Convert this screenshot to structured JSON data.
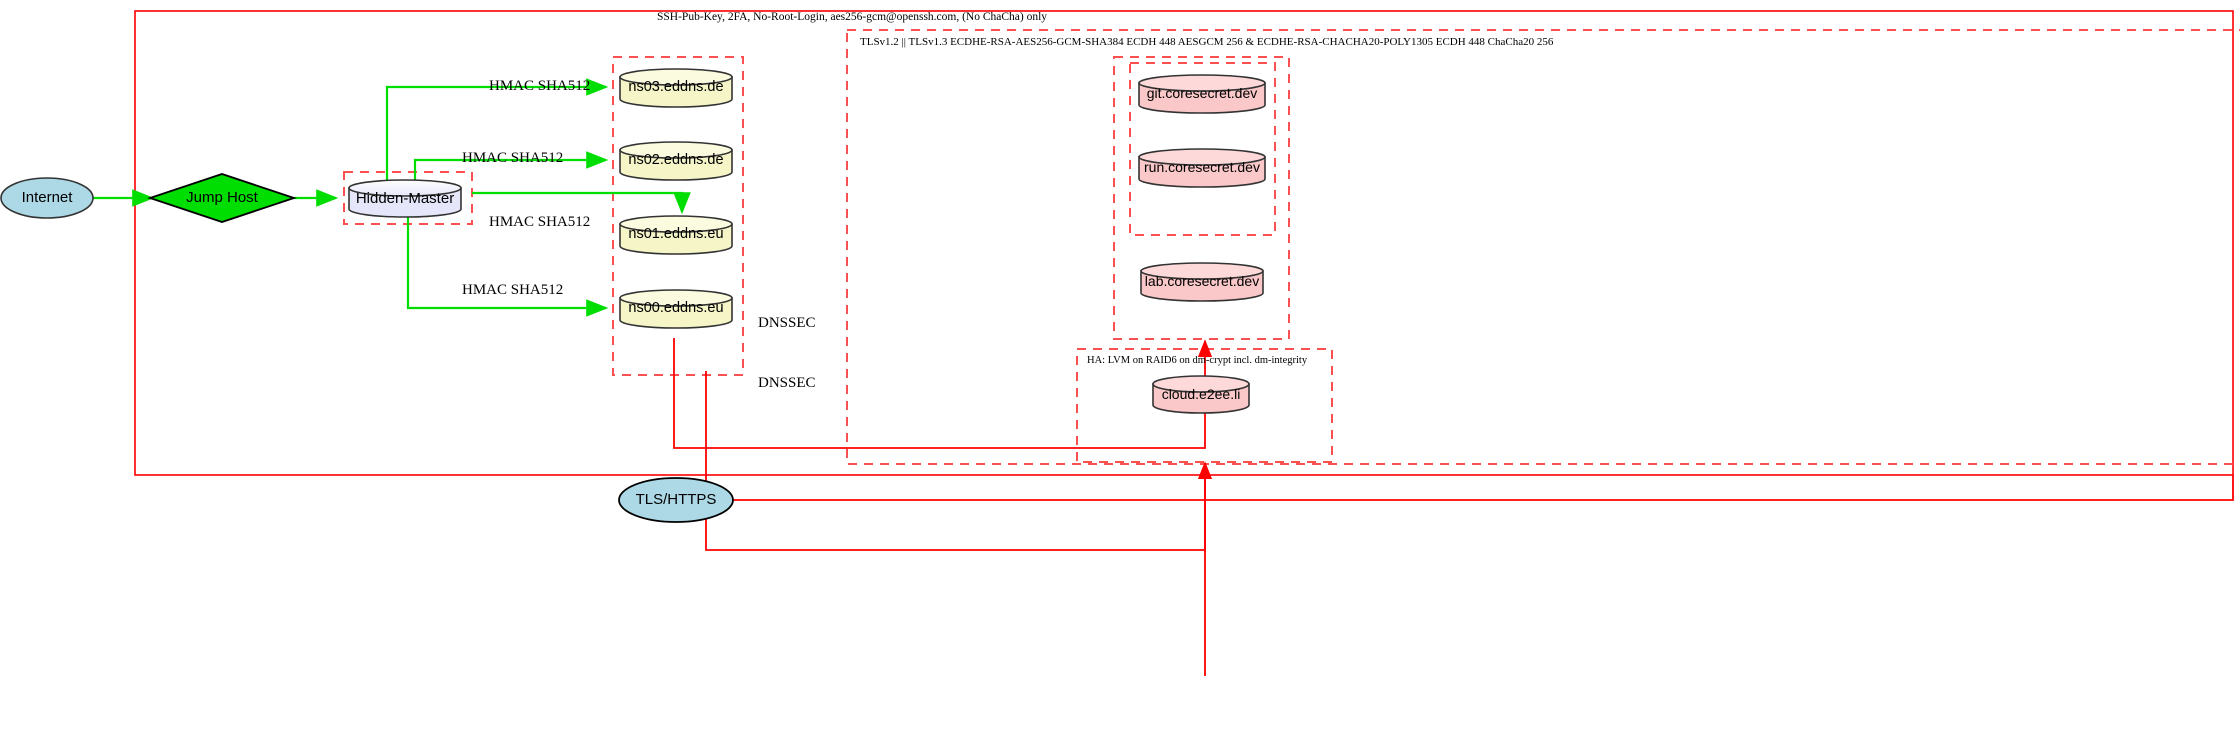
{
  "diagram": {
    "title_note": "SSH-Pub-Key, 2FA, No-Root-Login, aes256-gcm@openssh.com, (No ChaCha) only",
    "tls_note": "TLSv1.2 || TLSv1.3 ECDHE-RSA-AES256-GCM-SHA384 ECDH 448 AESGCM 256 & ECDHE-RSA-CHACHA20-POLY1305 ECDH 448 ChaCha20 256",
    "ha_note": "HA: LVM on RAID6 on dm-crypt incl. dm-integrity"
  },
  "nodes": {
    "internet": "Internet",
    "jump_host": "Jump Host",
    "hidden_master": "Hidden-Master",
    "ns03": "ns03.eddns.de",
    "ns02": "ns02.eddns.de",
    "ns01": "ns01.eddns.eu",
    "ns00": "ns00.eddns.eu",
    "git": "git.coresecret.dev",
    "run": "run.coresecret.dev",
    "lab": "lab.coresecret.dev",
    "cloud": "cloud.e2ee.li",
    "tls_https": "TLS/HTTPS"
  },
  "edges": {
    "hmac_1": "HMAC SHA512",
    "hmac_2": "HMAC SHA512",
    "hmac_3": "HMAC SHA512",
    "hmac_4": "HMAC SHA512",
    "dnssec_1": "DNSSEC",
    "dnssec_2": "DNSSEC"
  },
  "colors": {
    "frame_red": "#ff0000",
    "dashed_red": "#fa5050",
    "edge_green": "#00dd00",
    "edge_red": "#ff0000",
    "ellipse_blue": "#add8e6",
    "diamond_green": "#00dd00",
    "cylinder_lavender": "#e6e6fa",
    "cylinder_cream": "#f5f5c8",
    "cylinder_pink": "#fac8c8",
    "stroke_dark": "#333333"
  }
}
